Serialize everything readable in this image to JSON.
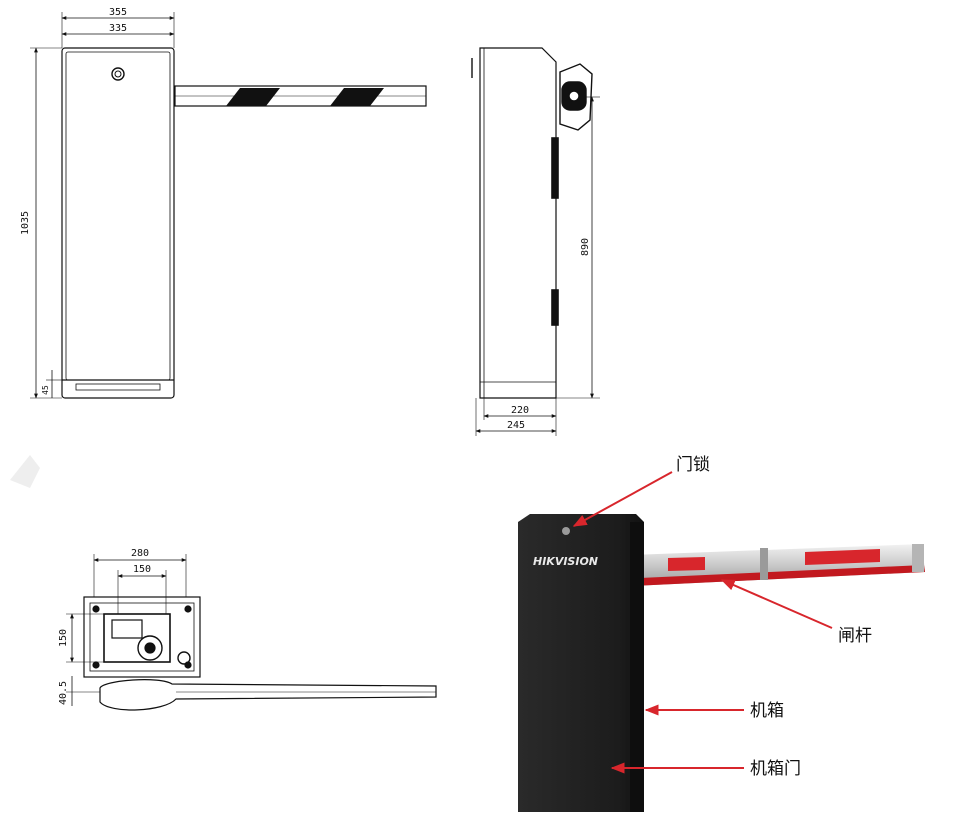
{
  "front_view": {
    "dims": {
      "overall_width": "355",
      "inner_width": "335",
      "height": "1035",
      "base": "45"
    }
  },
  "side_view": {
    "dims": {
      "arm_height": "890",
      "inner_depth": "220",
      "overall_depth": "245"
    }
  },
  "top_view": {
    "dims": {
      "width": "280",
      "mount_spacing": "150",
      "depth": "150",
      "arm_offset": "40.5"
    }
  },
  "photo": {
    "brand": "HIKVISION",
    "labels": {
      "door_lock": "门锁",
      "barrier_arm": "闸杆",
      "cabinet": "机箱",
      "cabinet_door": "机箱门"
    }
  },
  "colors": {
    "cabinet": "#1e1e1e",
    "arm_stripe": "#d8262c",
    "arm_body": "#cfcfcf",
    "callout_arrow": "#d8262c"
  }
}
